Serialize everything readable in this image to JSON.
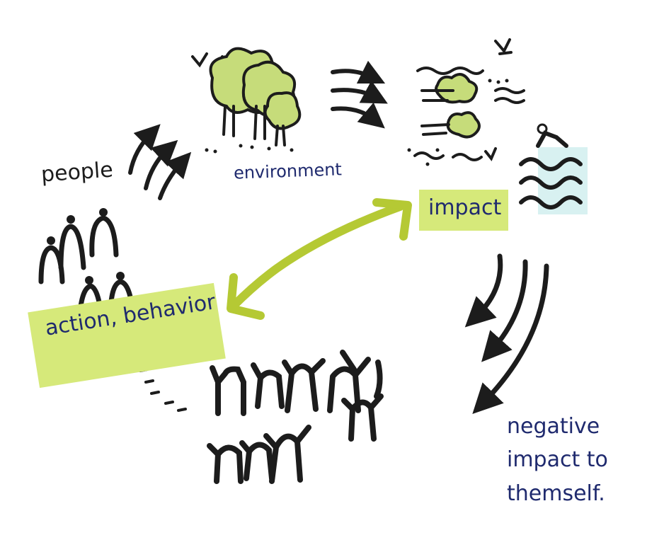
{
  "labels": {
    "people": "people",
    "environment": "environment",
    "impact": "impact",
    "action": "action, behavior",
    "negative_lines": [
      "negative",
      "impact to",
      "themself."
    ]
  },
  "colors": {
    "ink": "#1c1c1c",
    "blue_ink": "#1f2a6e",
    "highlight": "#d6e97a",
    "arrow_green": "#b5c934",
    "tree_green": "#c6dc7a",
    "water": "#d8f1f1"
  },
  "icons": [
    "bird-icon",
    "tree-icon",
    "arrow-icon",
    "person-icon",
    "cloud-icon",
    "wave-icon",
    "double-arrow-icon"
  ]
}
